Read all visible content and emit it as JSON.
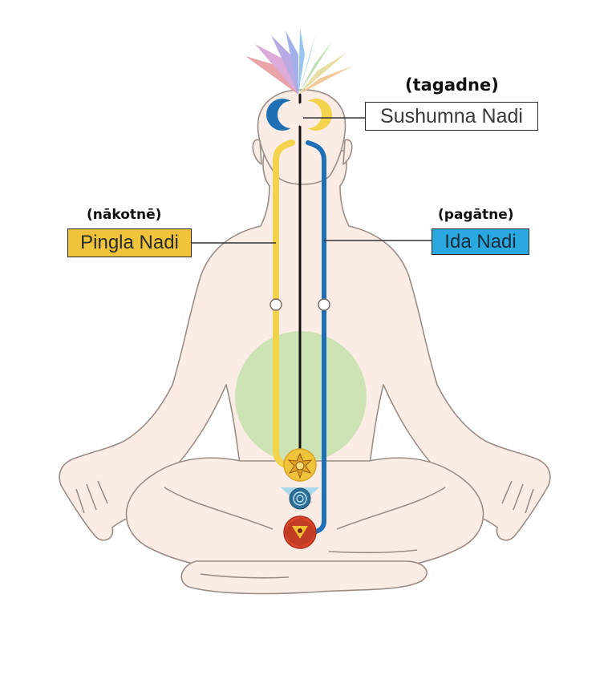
{
  "labels": {
    "sushumna": {
      "caption": "(tagadne)",
      "name": "Sushumna Nadi"
    },
    "pingla": {
      "caption": "(nākotnē)",
      "name": "Pingla Nadi"
    },
    "ida": {
      "caption": "(pagātne)",
      "name": "Ida Nadi"
    }
  },
  "colors": {
    "body_fill": "#fbede6",
    "body_outline": "#9a8d86",
    "pingla_channel": "#f3d24c",
    "ida_channel": "#1f6fb5",
    "sushumna_channel": "#111111",
    "pingla_tag": "#f0c43a",
    "ida_tag": "#29a9e0",
    "heart_glow": "#c6e1ab",
    "moon_crescent": "#f3d24c",
    "moon_blue": "#1f6fb5"
  },
  "icons": [
    "lotus-crown-icon",
    "crescent-moon-icon",
    "solar-plexus-chakra-icon",
    "sacral-chakra-icon",
    "root-chakra-icon"
  ]
}
